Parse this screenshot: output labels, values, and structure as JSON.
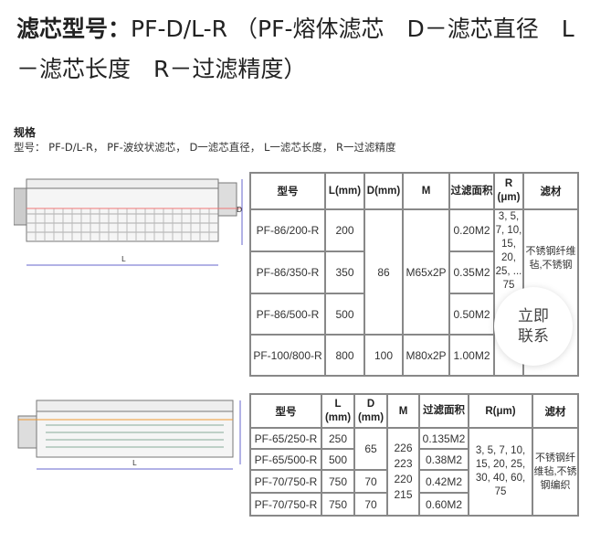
{
  "header": {
    "label": "滤芯型号：",
    "text": "PF-D/L-R （PF-熔体滤芯　D－滤芯直径　L－滤芯长度　R－过滤精度）"
  },
  "spec": {
    "title": "规格",
    "line": "型号： PF-D/L-R， PF-波纹状滤芯， D一滤芯直径， L一滤芯长度， R一过滤精度"
  },
  "table1": {
    "headers": [
      "型号",
      "L(mm)",
      "D(mm)",
      "M",
      "过滤面积",
      "R (μm)",
      "滤材"
    ],
    "rows": [
      [
        "PF-86/200-R",
        "200",
        "0.20M2"
      ],
      [
        "PF-86/350-R",
        "350",
        "0.35M2"
      ],
      [
        "PF-86/500-R",
        "500",
        "0.50M2"
      ],
      [
        "PF-100/800-R",
        "800",
        "1.00M2"
      ]
    ],
    "d_86": "86",
    "m_86": "M65x2P",
    "d_100": "100",
    "m_100": "M80x2P",
    "r": "3, 5, 7, 10, 15, 20, 25, ... 75",
    "material": "不锈钢纤维毡,不锈钢"
  },
  "table2": {
    "headers": [
      "型号",
      "L (mm)",
      "D (mm)",
      "M",
      "过滤面积",
      "R(μm)",
      "滤材"
    ],
    "rows": [
      [
        "PF-65/250-R",
        "250",
        "0.135M2"
      ],
      [
        "PF-65/500-R",
        "500",
        "0.38M2"
      ],
      [
        "PF-70/750-R",
        "750",
        "0.42M2"
      ],
      [
        "PF-70/750-R",
        "750",
        "0.60M2"
      ]
    ],
    "d_65": "65",
    "d_70a": "70",
    "d_70b": "70",
    "m": "226 223 220 215",
    "r": "3, 5, 7, 10, 15, 20, 25, 30, 40, 60, 75",
    "material": "不锈钢纤维毡,不锈钢编织"
  },
  "diagram_labels": {
    "length": "L",
    "diameter": "D"
  },
  "float_button": {
    "label": "立即联系"
  }
}
